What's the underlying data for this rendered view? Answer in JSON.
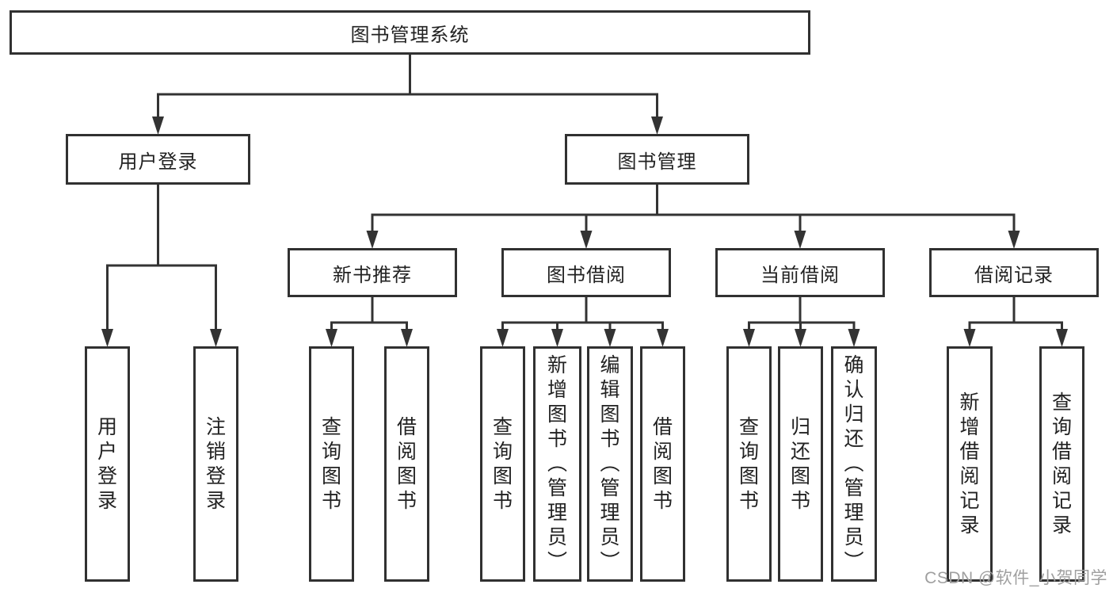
{
  "diagram": {
    "title": "图书管理系统",
    "watermark": "CSDN @软件_小贺同学",
    "colors": {
      "line": "#333333",
      "border": "#313131",
      "text": "#222222",
      "watermark": "#9f9f9f",
      "background": "#ffffff"
    },
    "nodes": [
      {
        "id": "root",
        "label": "图书管理系统",
        "writing": "h"
      },
      {
        "id": "user-login",
        "label": "用户登录",
        "writing": "h"
      },
      {
        "id": "book-mgmt",
        "label": "图书管理",
        "writing": "h"
      },
      {
        "id": "login",
        "label": "用户登录",
        "writing": "v"
      },
      {
        "id": "logout",
        "label": "注销登录",
        "writing": "v"
      },
      {
        "id": "new-book-rec",
        "label": "新书推荐",
        "writing": "h"
      },
      {
        "id": "book-borrow",
        "label": "图书借阅",
        "writing": "h"
      },
      {
        "id": "current-borrow",
        "label": "当前借阅",
        "writing": "h"
      },
      {
        "id": "borrow-records",
        "label": "借阅记录",
        "writing": "h"
      },
      {
        "id": "nbr-query",
        "label": "查询图书",
        "writing": "v"
      },
      {
        "id": "nbr-borrow",
        "label": "借阅图书",
        "writing": "v"
      },
      {
        "id": "bb-query",
        "label": "查询图书",
        "writing": "v"
      },
      {
        "id": "bb-add",
        "label": "新增图书（管理员）",
        "writing": "v"
      },
      {
        "id": "bb-edit",
        "label": "编辑图书（管理员）",
        "writing": "v"
      },
      {
        "id": "bb-borrow",
        "label": "借阅图书",
        "writing": "v"
      },
      {
        "id": "cb-query",
        "label": "查询图书",
        "writing": "v"
      },
      {
        "id": "cb-return",
        "label": "归还图书",
        "writing": "v"
      },
      {
        "id": "cb-confirm",
        "label": "确认归还（管理员）",
        "writing": "v"
      },
      {
        "id": "br-add",
        "label": "新增借阅记录",
        "writing": "v"
      },
      {
        "id": "br-query",
        "label": "查询借阅记录",
        "writing": "v"
      }
    ],
    "hierarchy": [
      {
        "parent": "root",
        "children": [
          "user-login",
          "book-mgmt"
        ]
      },
      {
        "parent": "user-login",
        "children": [
          "login",
          "logout"
        ]
      },
      {
        "parent": "book-mgmt",
        "children": [
          "new-book-rec",
          "book-borrow",
          "current-borrow",
          "borrow-records"
        ]
      },
      {
        "parent": "new-book-rec",
        "children": [
          "nbr-query",
          "nbr-borrow"
        ]
      },
      {
        "parent": "book-borrow",
        "children": [
          "bb-query",
          "bb-add",
          "bb-edit",
          "bb-borrow"
        ]
      },
      {
        "parent": "current-borrow",
        "children": [
          "cb-query",
          "cb-return",
          "cb-confirm"
        ]
      },
      {
        "parent": "borrow-records",
        "children": [
          "br-add",
          "br-query"
        ]
      }
    ]
  }
}
